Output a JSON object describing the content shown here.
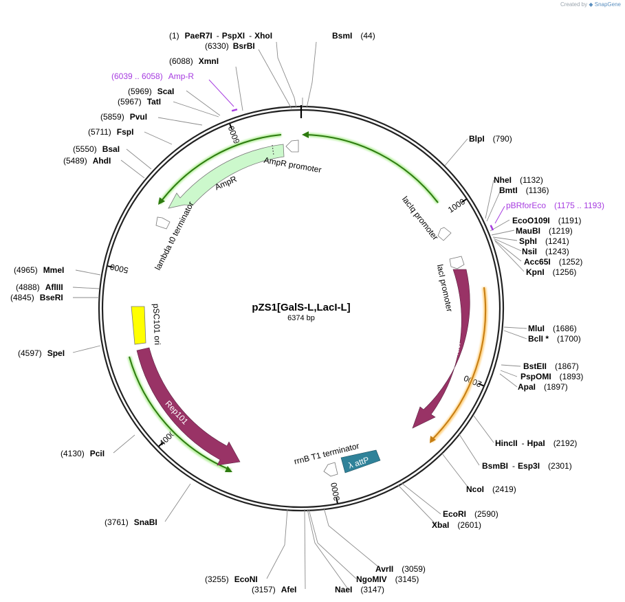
{
  "credit": {
    "prefix": "Created by",
    "brand": "SnapGene"
  },
  "plasmid": {
    "name": "pZS1[GalS-L,LacI-L]",
    "length_label": "6374 bp",
    "length": 6374
  },
  "ticks": [
    {
      "pos": 1000,
      "label": "1000"
    },
    {
      "pos": 2000,
      "label": "2000"
    },
    {
      "pos": 3000,
      "label": "3000"
    },
    {
      "pos": 4000,
      "label": "4000"
    },
    {
      "pos": 5000,
      "label": "5000"
    },
    {
      "pos": 6000,
      "label": "6000"
    }
  ],
  "features": [
    {
      "label": "AmpR promoter",
      "color": "#ffffff"
    },
    {
      "label": "AmpR",
      "color": "#ccf8cc"
    },
    {
      "label": "lambda t0 terminator",
      "color": "#ffffff"
    },
    {
      "label": "lacIq promoter",
      "color": "#ffffff"
    },
    {
      "label": "lacI promoter",
      "color": "#ffffff"
    },
    {
      "label": "lacI",
      "color": "#993366"
    },
    {
      "label": "pSC101 ori",
      "color": "#ffff00"
    },
    {
      "label": "Rep101",
      "color": "#993366"
    },
    {
      "label": "rrnB T1 terminator",
      "color": "#ffffff"
    },
    {
      "label": "λ attP",
      "color": "#2f8299"
    }
  ],
  "sites": [
    {
      "pos": "(1)",
      "parts": [
        "PaeR7I",
        "PspXI",
        "XhoI"
      ]
    },
    {
      "pos": "(44)",
      "parts": [
        "BsmI"
      ]
    },
    {
      "pos": "(6330)",
      "parts": [
        "BsrBI"
      ]
    },
    {
      "pos": "(6088)",
      "parts": [
        "XmnI"
      ]
    },
    {
      "pos": "(6039 .. 6058)",
      "parts": [
        "Amp-R"
      ],
      "primer": true
    },
    {
      "pos": "(5969)",
      "parts": [
        "ScaI"
      ]
    },
    {
      "pos": "(5967)",
      "parts": [
        "TatI"
      ]
    },
    {
      "pos": "(5859)",
      "parts": [
        "PvuI"
      ]
    },
    {
      "pos": "(5711)",
      "parts": [
        "FspI"
      ]
    },
    {
      "pos": "(5550)",
      "parts": [
        "BsaI"
      ]
    },
    {
      "pos": "(5489)",
      "parts": [
        "AhdI"
      ]
    },
    {
      "pos": "(4965)",
      "parts": [
        "MmeI"
      ]
    },
    {
      "pos": "(4888)",
      "parts": [
        "AflIII"
      ]
    },
    {
      "pos": "(4845)",
      "parts": [
        "BseRI"
      ]
    },
    {
      "pos": "(4597)",
      "parts": [
        "SpeI"
      ]
    },
    {
      "pos": "(4130)",
      "parts": [
        "PciI"
      ]
    },
    {
      "pos": "(3761)",
      "parts": [
        "SnaBI"
      ]
    },
    {
      "pos": "(3255)",
      "parts": [
        "EcoNI"
      ]
    },
    {
      "pos": "(3157)",
      "parts": [
        "AfeI"
      ]
    },
    {
      "pos": "(3147)",
      "parts": [
        "NaeI"
      ]
    },
    {
      "pos": "(3145)",
      "parts": [
        "NgoMIV"
      ]
    },
    {
      "pos": "(3059)",
      "parts": [
        "AvrII"
      ]
    },
    {
      "pos": "(2601)",
      "parts": [
        "XbaI"
      ]
    },
    {
      "pos": "(2590)",
      "parts": [
        "EcoRI"
      ]
    },
    {
      "pos": "(2419)",
      "parts": [
        "NcoI"
      ]
    },
    {
      "pos": "(2301)",
      "parts": [
        "BsmBI",
        "Esp3I"
      ]
    },
    {
      "pos": "(2192)",
      "parts": [
        "HincII",
        "HpaI"
      ]
    },
    {
      "pos": "(1897)",
      "parts": [
        "ApaI"
      ]
    },
    {
      "pos": "(1893)",
      "parts": [
        "PspOMI"
      ]
    },
    {
      "pos": "(1867)",
      "parts": [
        "BstEII"
      ]
    },
    {
      "pos": "(1700)",
      "parts": [
        "BclI *"
      ]
    },
    {
      "pos": "(1686)",
      "parts": [
        "MluI"
      ]
    },
    {
      "pos": "(1256)",
      "parts": [
        "KpnI"
      ]
    },
    {
      "pos": "(1252)",
      "parts": [
        "Acc65I"
      ]
    },
    {
      "pos": "(1243)",
      "parts": [
        "NsiI"
      ]
    },
    {
      "pos": "(1241)",
      "parts": [
        "SphI"
      ]
    },
    {
      "pos": "(1219)",
      "parts": [
        "MauBI"
      ]
    },
    {
      "pos": "(1191)",
      "parts": [
        "EcoO109I"
      ]
    },
    {
      "pos": "(1175 .. 1193)",
      "parts": [
        "pBRforEco"
      ],
      "primer": true
    },
    {
      "pos": "(1136)",
      "parts": [
        "BmtI"
      ]
    },
    {
      "pos": "(1132)",
      "parts": [
        "NheI"
      ]
    },
    {
      "pos": "(790)",
      "parts": [
        "BlpI"
      ]
    }
  ]
}
